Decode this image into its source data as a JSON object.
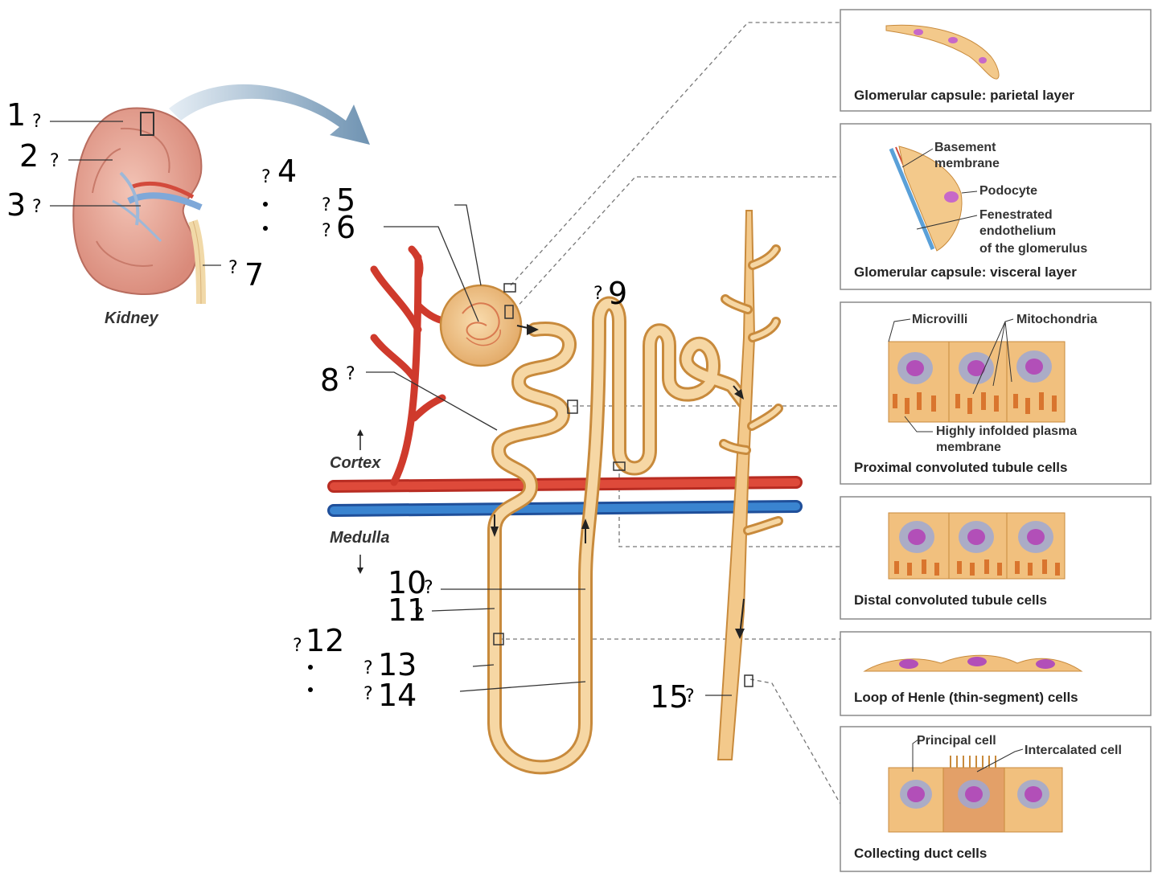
{
  "kidney_label": "Kidney",
  "regions": {
    "cortex": "Cortex",
    "medulla": "Medulla"
  },
  "numbers": [
    "1",
    "2",
    "3",
    "4",
    "5",
    "6",
    "7",
    "8",
    "9",
    "10",
    "11",
    "12",
    "13",
    "14",
    "15"
  ],
  "question_mark": "?",
  "panels": {
    "parietal": {
      "title": "Glomerular capsule: parietal layer"
    },
    "visceral": {
      "title": "Glomerular capsule: visceral layer",
      "labels": [
        "Basement",
        "membrane",
        "Podocyte",
        "Fenestrated",
        "endothelium",
        "of the glomerulus"
      ]
    },
    "proximal": {
      "title": "Proximal convoluted tubule cells",
      "labels": [
        "Microvilli",
        "Mitochondria",
        "Highly infolded plasma",
        "membrane"
      ]
    },
    "distal": {
      "title": "Distal convoluted tubule cells"
    },
    "henle": {
      "title": "Loop of Henle (thin-segment) cells"
    },
    "collecting": {
      "title": "Collecting duct cells",
      "labels": [
        "Principal cell",
        "Intercalated cell"
      ]
    }
  },
  "colors": {
    "artery": "#d33a2c",
    "vein": "#2b6fbf",
    "tubule": "#f3c98b",
    "tubule_edge": "#c88a3c",
    "kidney": "#e7a291",
    "panel_border": "#8a8a8a"
  }
}
